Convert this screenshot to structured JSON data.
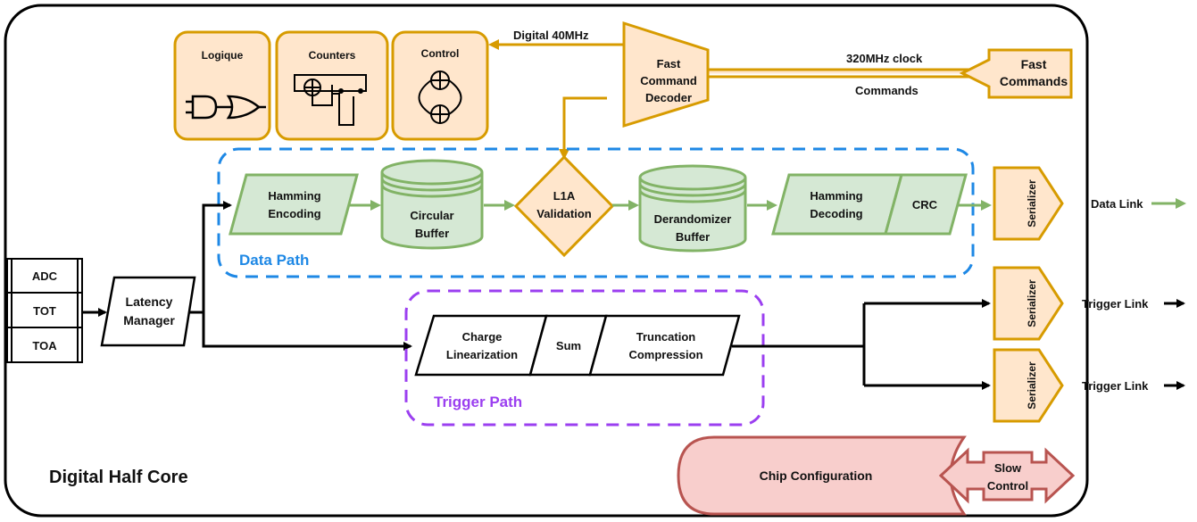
{
  "title": "Digital Half Core",
  "colors": {
    "orange_fill": "#ffe6cc",
    "orange_stroke": "#d79b00",
    "green_fill": "#d5e8d4",
    "green_stroke": "#82b366",
    "green_arrow": "#82b366",
    "red_fill": "#f8cecc",
    "red_stroke": "#b85450",
    "blue_dash": "#1e88e5",
    "purple_dash": "#9b3ff0"
  },
  "control_blocks": {
    "logique": "Logique",
    "counters": "Counters",
    "control": "Control"
  },
  "fast_command_decoder": {
    "line1": "Fast",
    "line2": "Command",
    "line3": "Decoder"
  },
  "fast_commands": {
    "line1": "Fast",
    "line2": "Commands"
  },
  "labels": {
    "digital_clock": "Digital 40MHz",
    "clock_320": "320MHz clock",
    "commands": "Commands"
  },
  "inputs": [
    "ADC",
    "TOT",
    "TOA"
  ],
  "latency_manager": {
    "line1": "Latency",
    "line2": "Manager"
  },
  "data_path": {
    "label": "Data Path",
    "hamming_encoding": {
      "line1": "Hamming",
      "line2": "Encoding"
    },
    "circular_buffer": {
      "line1": "Circular",
      "line2": "Buffer"
    },
    "l1a": {
      "line1": "L1A",
      "line2": "Validation"
    },
    "derandomizer": {
      "line1": "Derandomizer",
      "line2": "Buffer"
    },
    "hamming_decoding": {
      "line1": "Hamming",
      "line2": "Decoding"
    },
    "crc": "CRC"
  },
  "trigger_path": {
    "label": "Trigger Path",
    "charge_linearization": {
      "line1": "Charge",
      "line2": "Linearization"
    },
    "sum": "Sum",
    "truncation": {
      "line1": "Truncation",
      "line2": "Compression"
    }
  },
  "serializer": "Serializer",
  "links": {
    "data": "Data Link",
    "trigger1": "Trigger Link",
    "trigger2": "Trigger Link"
  },
  "chip_configuration": "Chip Configuration",
  "slow_control": {
    "line1": "Slow",
    "line2": "Control"
  }
}
